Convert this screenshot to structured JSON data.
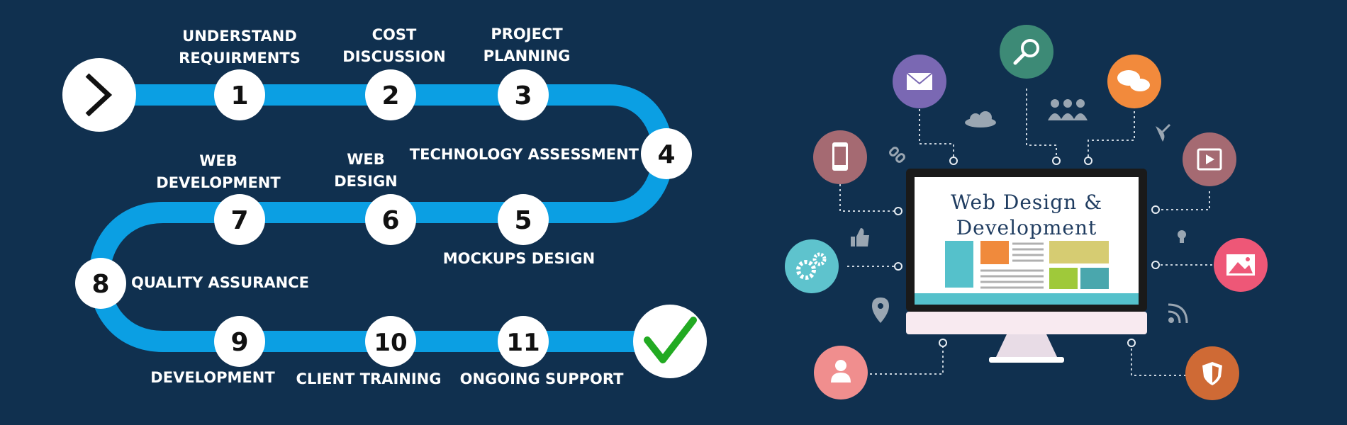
{
  "colors": {
    "background": "#10304f",
    "path": "#0b9fe3",
    "check": "#22aa22",
    "icon_bubbles": {
      "mail": "#7a68b3",
      "search": "#3d8a76",
      "chat": "#f28a3c",
      "phone": "#a56a72",
      "video": "#a56a72",
      "gears": "#5ec3cd",
      "image": "#ee5777",
      "user": "#f08e8e",
      "shield": "#cf6a35"
    }
  },
  "steps": [
    {
      "number": "1",
      "label": "UNDERSTAND\nREQUIRMENTS"
    },
    {
      "number": "2",
      "label": "COST\nDISCUSSION"
    },
    {
      "number": "3",
      "label": "PROJECT\nPLANNING"
    },
    {
      "number": "4",
      "label": "TECHNOLOGY ASSESSMENT"
    },
    {
      "number": "5",
      "label": "MOCKUPS DESIGN"
    },
    {
      "number": "6",
      "label": "WEB\nDESIGN"
    },
    {
      "number": "7",
      "label": "WEB\nDEVELOPMENT"
    },
    {
      "number": "8",
      "label": "QUALITY ASSURANCE"
    },
    {
      "number": "9",
      "label": "DEVELOPMENT"
    },
    {
      "number": "10",
      "label": "CLIENT TRAINING"
    },
    {
      "number": "11",
      "label": "ONGOING SUPPORT"
    }
  ],
  "start_icon": "chevron-right-icon",
  "end_icon": "checkmark-icon",
  "monitor": {
    "title_line1": "Web Design &",
    "title_line2": "Development"
  },
  "icons": [
    "mail-icon",
    "search-icon",
    "chat-icon",
    "phone-icon",
    "video-icon",
    "gears-icon",
    "image-icon",
    "user-icon",
    "shield-icon",
    "cloud-icon",
    "people-icon",
    "link-icon",
    "satellite-icon",
    "thumbs-up-icon",
    "location-pin-icon",
    "lightbulb-icon",
    "rss-icon"
  ]
}
